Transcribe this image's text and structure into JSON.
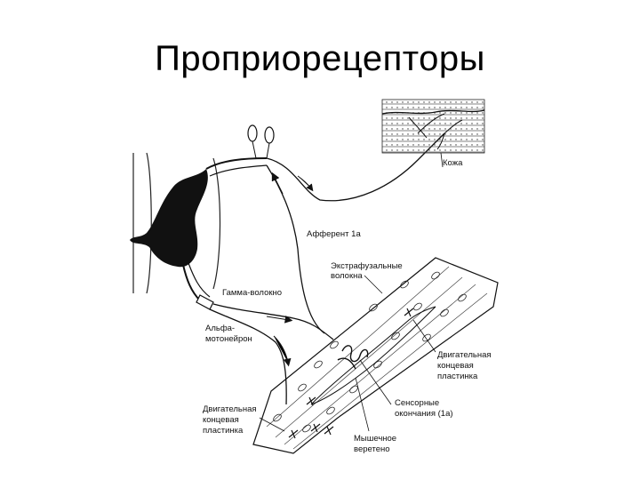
{
  "title": "Проприорецепторы",
  "labels": {
    "skin": "Кожа",
    "afferent": "Афферент 1а",
    "extrafusal_line1": "Экстрафузальные",
    "extrafusal_line2": "волокна",
    "gamma": "Гамма-волокно",
    "alpha_line1": "Альфа-",
    "alpha_line2": "мотонейрон",
    "endplate_right_line1": "Двигательная",
    "endplate_right_line2": "концевая",
    "endplate_right_line3": "пластинка",
    "endplate_left_line1": "Двигательная",
    "endplate_left_line2": "концевая",
    "endplate_left_line3": "пластинка",
    "sensory_line1": "Сенсорные",
    "sensory_line2": "окончания (1а)",
    "spindle_line1": "Мышечное",
    "spindle_line2": "веретено"
  }
}
